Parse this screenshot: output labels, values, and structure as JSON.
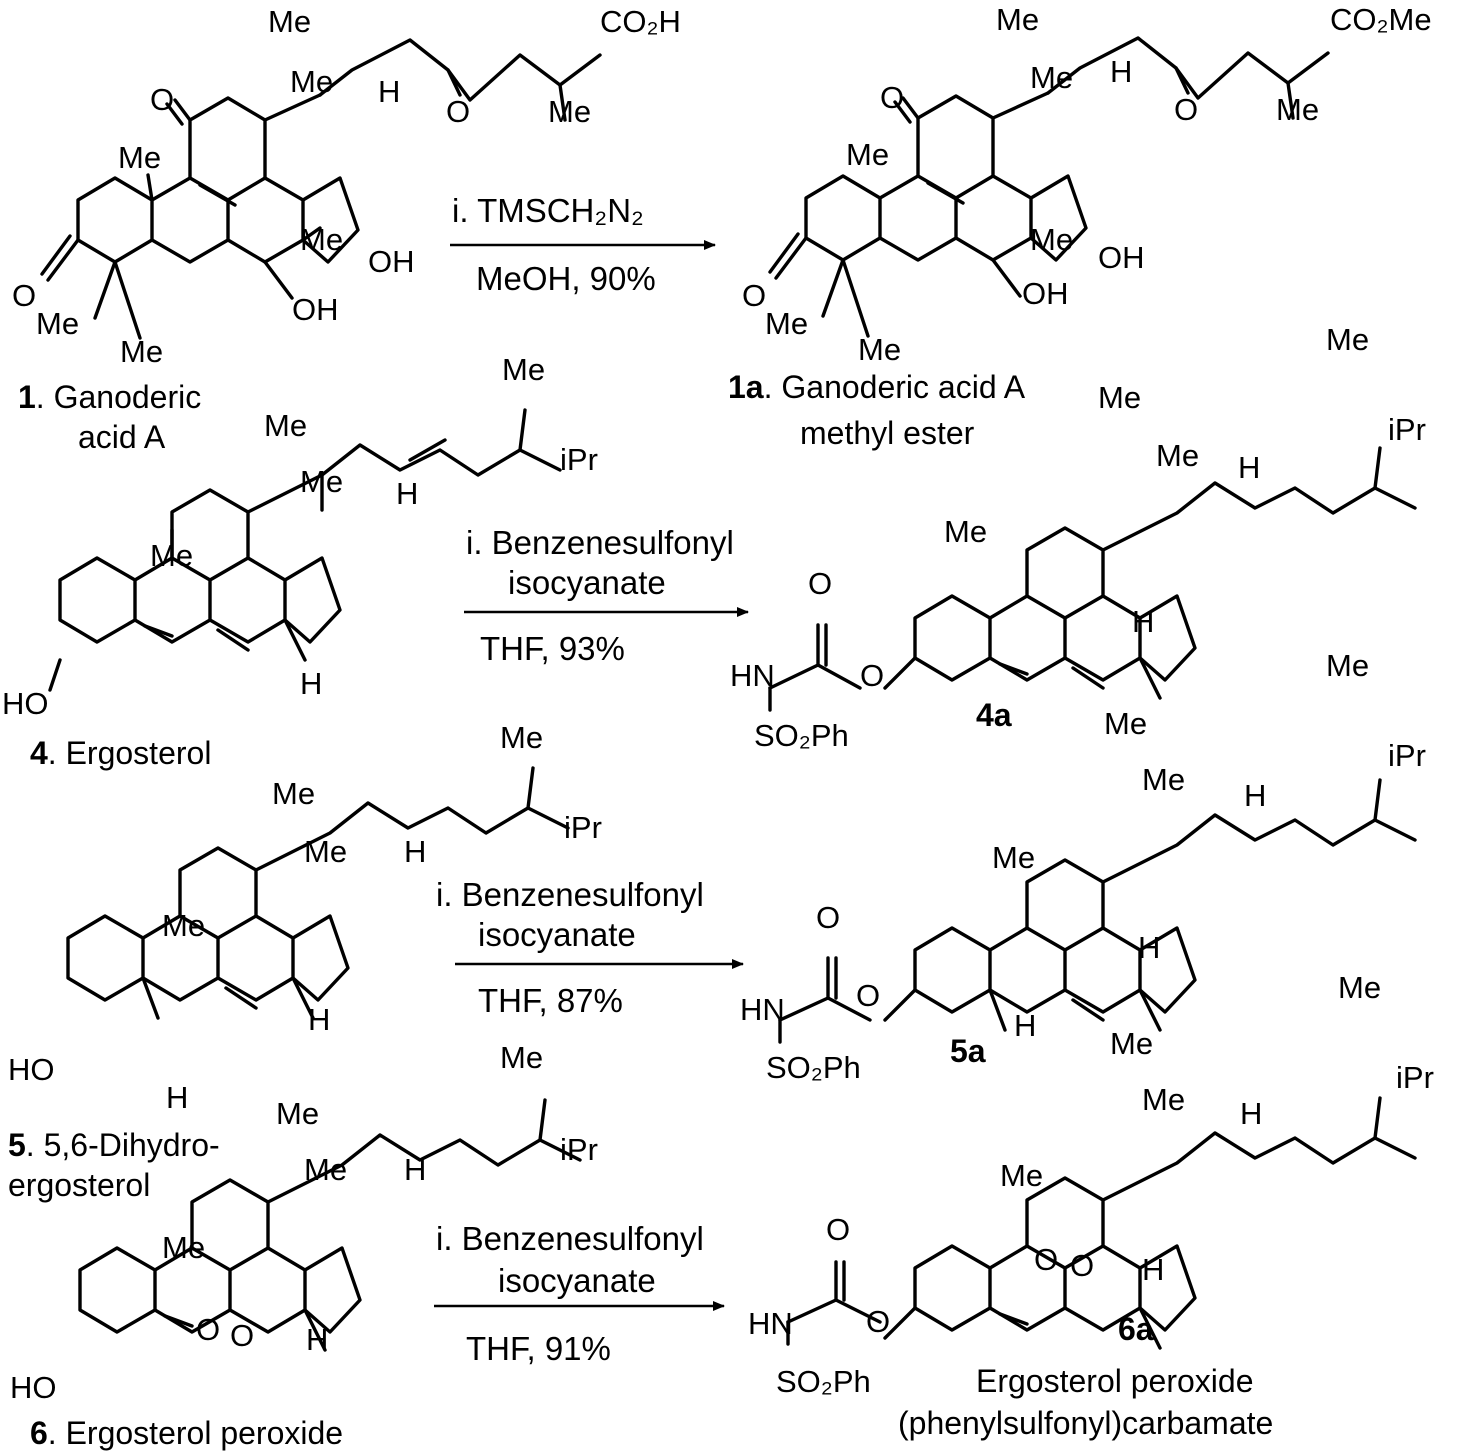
{
  "colors": {
    "ink": "#000000",
    "background": "#ffffff"
  },
  "atoms": {
    "me": "Me",
    "h": "H",
    "o": "O",
    "oh": "OH",
    "ho": "HO",
    "hn": "HN",
    "ipr": "iPr",
    "co2h": "CO₂H",
    "co2me": "CO₂Me",
    "so2ph": "SO₂Ph"
  },
  "compounds": [
    {
      "id": "1",
      "number": "1",
      "name_lines": [
        ". Ganoderic",
        "acid A"
      ]
    },
    {
      "id": "1a",
      "number": "1a",
      "name_lines": [
        ". Ganoderic acid A",
        "methyl ester"
      ]
    },
    {
      "id": "4",
      "number": "4",
      "name_lines": [
        ". Ergosterol"
      ]
    },
    {
      "id": "4a",
      "number": "4a",
      "name_lines": []
    },
    {
      "id": "5",
      "number": "5",
      "name_lines": [
        ". 5,6-Dihydro-",
        "ergosterol"
      ]
    },
    {
      "id": "5a",
      "number": "5a",
      "name_lines": []
    },
    {
      "id": "6",
      "number": "6",
      "name_lines": [
        ". Ergosterol peroxide"
      ]
    },
    {
      "id": "6a",
      "number": "6a",
      "name_lines": [
        "Ergosterol peroxide",
        "(phenylsulfonyl)carbamate"
      ]
    }
  ],
  "reactions": [
    {
      "from": "1",
      "to": "1a",
      "reagent": "i. TMSCH₂N₂",
      "conditions": "MeOH, 90%"
    },
    {
      "from": "4",
      "to": "4a",
      "reagent_lines": [
        "i. Benzenesulfonyl",
        "isocyanate"
      ],
      "conditions": "THF, 93%"
    },
    {
      "from": "5",
      "to": "5a",
      "reagent_lines": [
        "i. Benzenesulfonyl",
        "isocyanate"
      ],
      "conditions": "THF, 87%"
    },
    {
      "from": "6",
      "to": "6a",
      "reagent_lines": [
        "i. Benzenesulfonyl",
        "isocyanate"
      ],
      "conditions": "THF, 91%"
    }
  ]
}
